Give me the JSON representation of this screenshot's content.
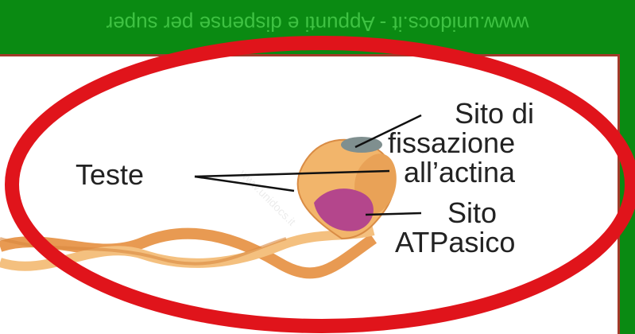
{
  "header": {
    "watermark_text": "www.unidocs.it - Appunti e dispense per super"
  },
  "figure": {
    "labels": {
      "heads": "Teste",
      "binding_site_line1": "Sito di",
      "binding_site_line2": "fissazione",
      "binding_site_line3": "all’actina",
      "atpase_line1": "Sito",
      "atpase_line2": "ATPasico"
    },
    "faint_watermark": "www.unidocs.it"
  },
  "colors": {
    "background_green": "#0a8a12",
    "highlight_ellipse": "#e0141b",
    "myosin_body": "#f2b56b",
    "atpase_site": "#b4468c"
  }
}
